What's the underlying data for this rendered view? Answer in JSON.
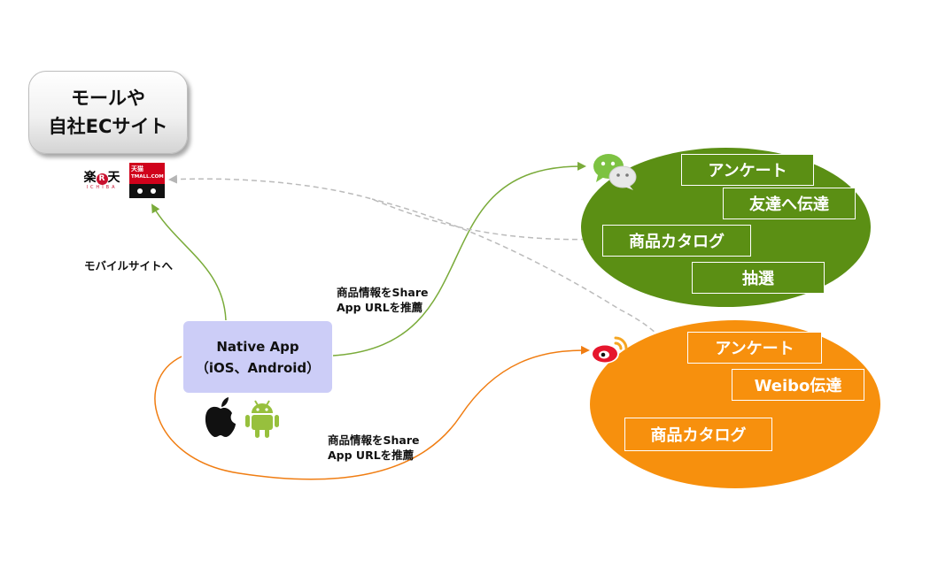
{
  "mall": {
    "line1": "モールや",
    "line2": "自社ECサイト"
  },
  "logos": {
    "rakuten": {
      "main_before": "楽",
      "badge": "R",
      "main_after": "天",
      "sub": "ICHIBA"
    },
    "tmall": {
      "top": "天猫",
      "bottom": "TMALL.COM"
    }
  },
  "native_app": {
    "line1": "Native App",
    "line2": "（iOS、Android）"
  },
  "labels": {
    "mobile_site": "モバイルサイトへ",
    "share_upper": {
      "line1": "商品情報をShare",
      "line2": "App URLを推薦"
    },
    "share_lower": {
      "line1": "商品情報をShare",
      "line2": "App URLを推薦"
    }
  },
  "wechat": {
    "icon": "wechat-icon",
    "color": "#5b8f14",
    "tags": [
      "アンケート",
      "友達へ伝達",
      "商品カタログ",
      "抽選"
    ]
  },
  "weibo": {
    "icon": "weibo-icon",
    "color": "#f7900d",
    "tags": [
      "アンケート",
      "Weibo伝達",
      "商品カタログ"
    ]
  },
  "platform_icons": [
    "apple-icon",
    "android-icon"
  ],
  "colors": {
    "green_arrow": "#7aab3a",
    "orange_arrow": "#f07d12",
    "dashed_arrow": "#bbbbbb",
    "native_box": "#cccdf7"
  }
}
